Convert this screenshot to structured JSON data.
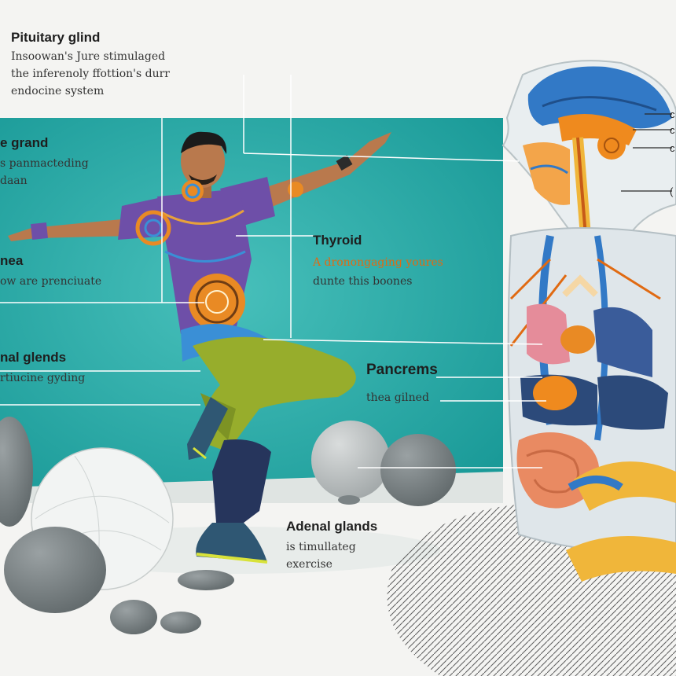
{
  "labels": {
    "pituitary": {
      "title": "Pituitary glind",
      "line1": "Insoowan's Jure  stimulaged",
      "line2": "the inferenoly ffottion's durr",
      "line3": "endocine system"
    },
    "gland_left": {
      "title": "e grand",
      "line1": "s panmacteding",
      "line2": "daan"
    },
    "nea": {
      "title": "nea",
      "line1": "ow are prenciuate"
    },
    "thyroid": {
      "title": "Thyroid",
      "line1": "A dronongaging youres",
      "line2": "dunte this boones"
    },
    "adrenal_left": {
      "title": "nal glends",
      "line1": "rtiucine gyding"
    },
    "pancreas": {
      "title": "Pancrems",
      "line1": "thea gilned"
    },
    "adrenal_bottom": {
      "title": "Adenal glands",
      "line1": "is timullateg",
      "line2": "exercise"
    },
    "right_edge_ticks": [
      "c",
      "c",
      "c",
      "("
    ]
  },
  "colors": {
    "teal_bg": "#1fa7a3",
    "shirt_purple": "#6e4fa8",
    "pants_green": "#97ad2c",
    "pants_navy": "#26355c",
    "skin": "#b9794d",
    "brain_blue": "#3279c6",
    "organ_orange": "#ef8a1e",
    "intestine_salmon": "#e98a62",
    "liver_navy": "#2c4a7a"
  }
}
